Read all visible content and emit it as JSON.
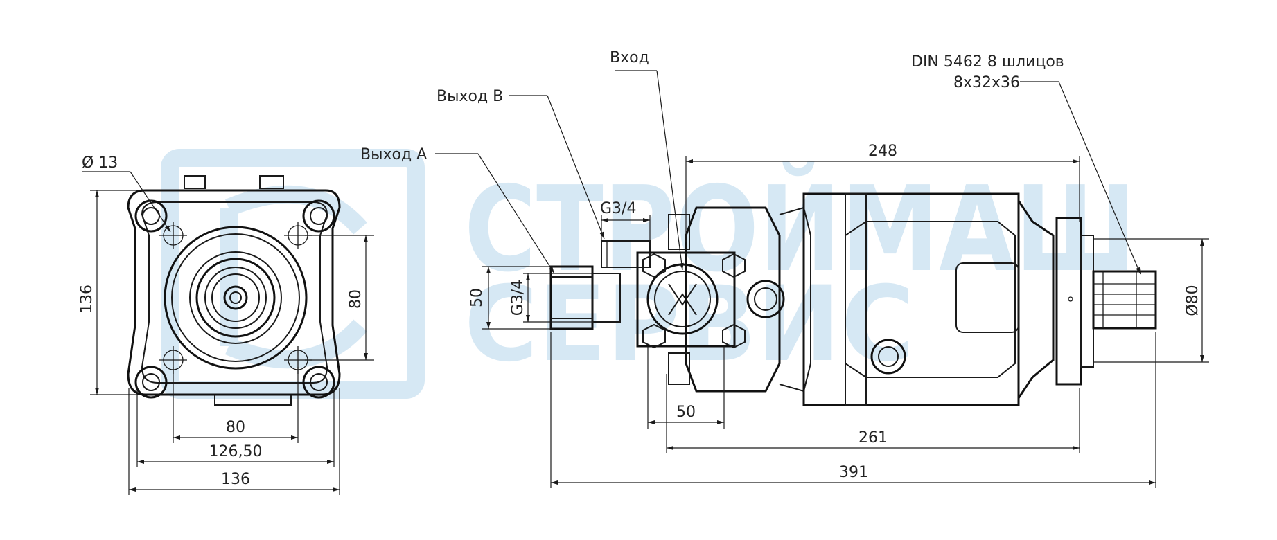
{
  "watermark": {
    "line1": "СТРОЙМАШ",
    "line2": "СЕРВИС",
    "color": "#d6e8f4"
  },
  "labels": {
    "diameter_hole": "Ø 13",
    "outlet_a": "Выход A",
    "outlet_b": "Выход B",
    "inlet": "Вход",
    "spline_line1": "DIN 5462 8 шлицов",
    "spline_line2": "8x32x36",
    "thread_top": "G3/4",
    "thread_side": "G3/4",
    "shaft_diameter": "Ø80"
  },
  "dimensions": {
    "front_height": "136",
    "bolt_spacing_v": "80",
    "bolt_spacing_h": "80",
    "flange_width": "126,50",
    "overall_width": "136",
    "port_height": "50",
    "port_width": "50",
    "body_length": "248",
    "length_261": "261",
    "overall_length": "391"
  }
}
